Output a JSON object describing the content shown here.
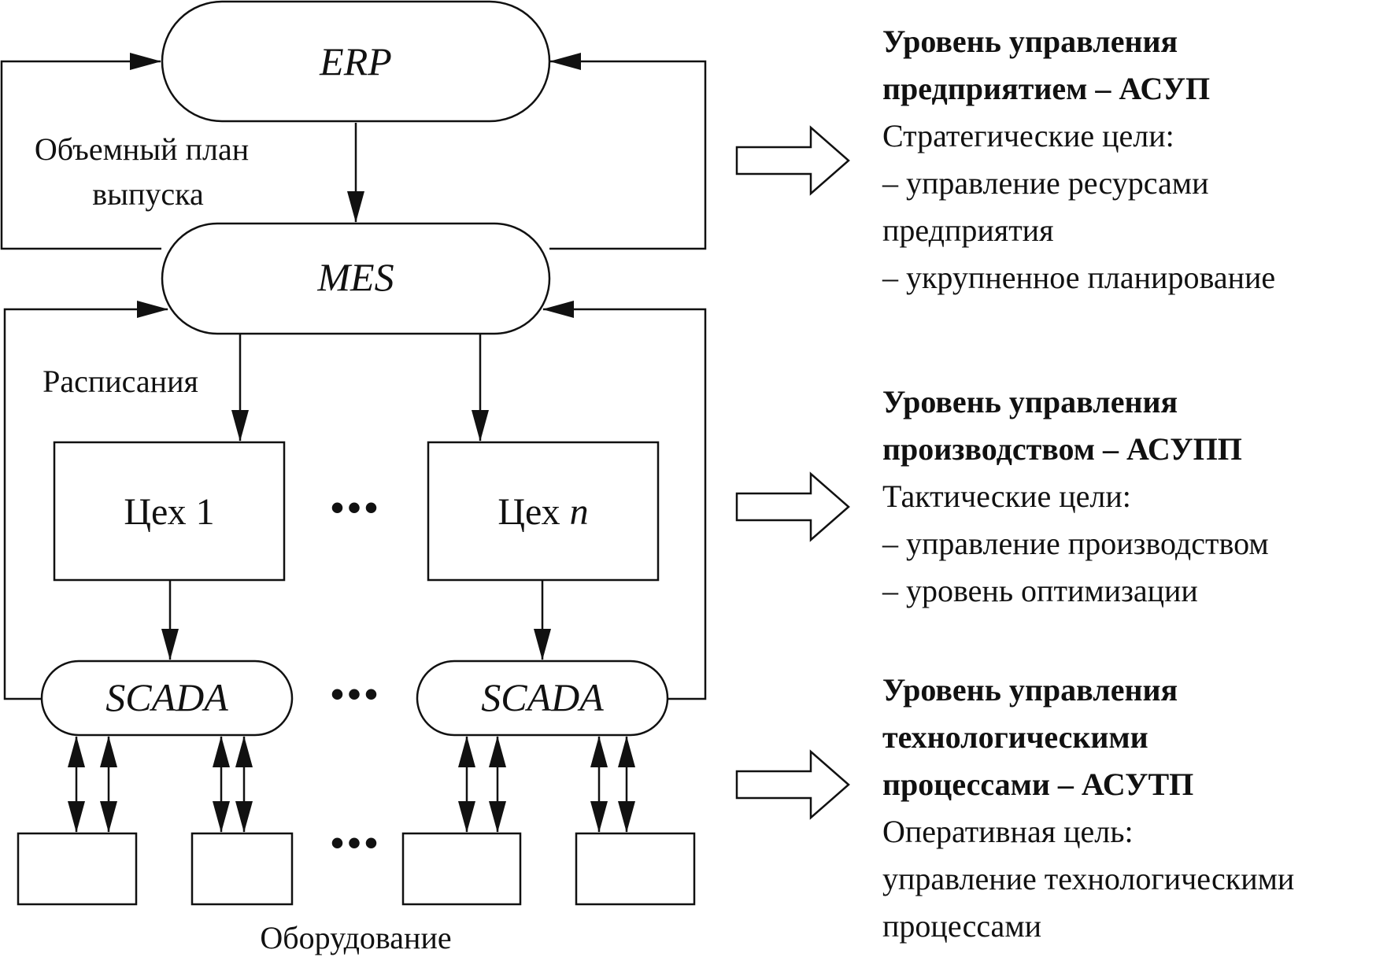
{
  "nodes": {
    "erp": "ERP",
    "mes": "MES",
    "shop1": "Цех 1",
    "shopn_prefix": "Цех ",
    "shopn_suffix": "n",
    "scada1": "SCADA",
    "scada2": "SCADA"
  },
  "labels": {
    "volume_plan_line1": "Объемный план",
    "volume_plan_line2": "выпуска",
    "schedules": "Расписания",
    "equipment": "Оборудование",
    "ellipsis": "•••"
  },
  "levels": [
    {
      "heading": [
        "Уровень управления",
        "предприятием – АСУП"
      ],
      "body": [
        "Стратегические цели:",
        "– управление ресурсами",
        "предприятия",
        "– укрупненное планирование"
      ]
    },
    {
      "heading": [
        "Уровень управления",
        "производством – АСУПП"
      ],
      "body": [
        "Тактические цели:",
        "– управление производством",
        "– уровень оптимизации"
      ]
    },
    {
      "heading": [
        "Уровень управления",
        "технологическими",
        "процессами – АСУТП"
      ],
      "body": [
        "Оперативная цель:",
        "управление технологическими",
        "процессами"
      ]
    }
  ]
}
